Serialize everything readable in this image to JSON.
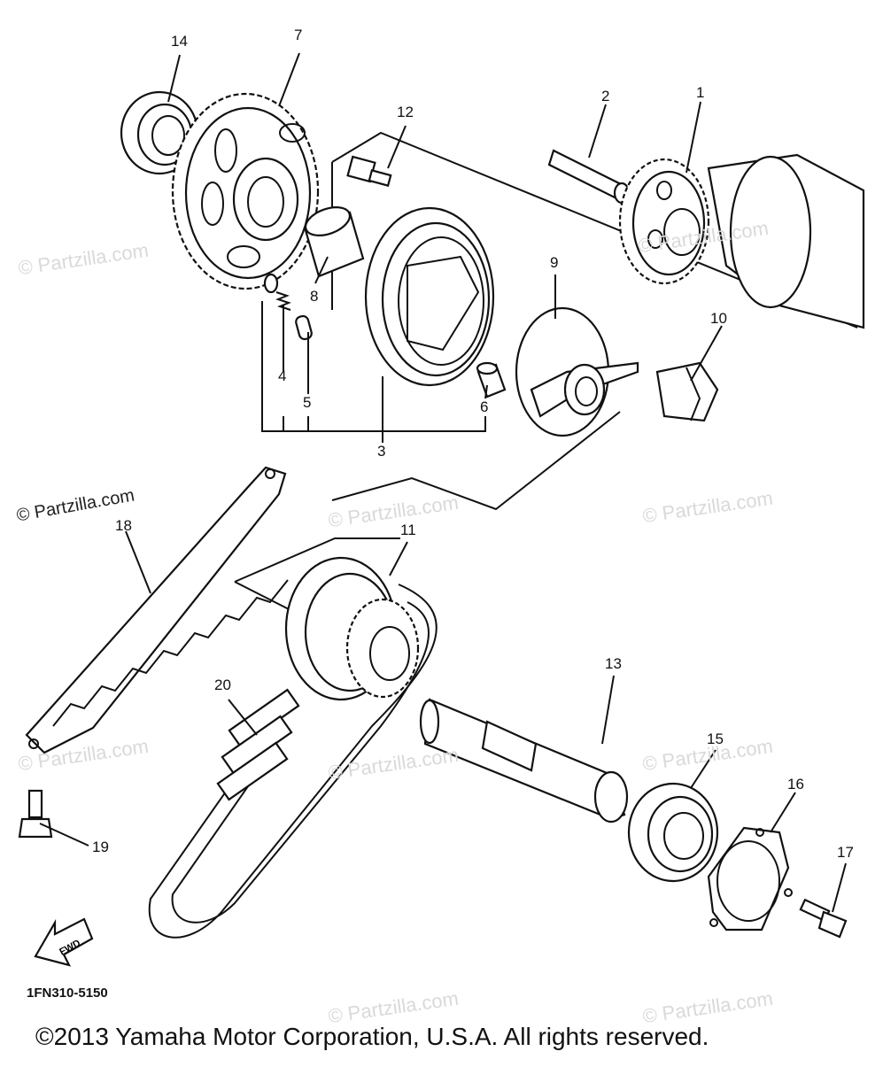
{
  "diagram": {
    "callouts": [
      {
        "id": "c1",
        "label": "1"
      },
      {
        "id": "c2",
        "label": "2"
      },
      {
        "id": "c3",
        "label": "3"
      },
      {
        "id": "c4",
        "label": "4"
      },
      {
        "id": "c5",
        "label": "5"
      },
      {
        "id": "c6",
        "label": "6"
      },
      {
        "id": "c7",
        "label": "7"
      },
      {
        "id": "c8",
        "label": "8"
      },
      {
        "id": "c9",
        "label": "9"
      },
      {
        "id": "c10",
        "label": "10"
      },
      {
        "id": "c11",
        "label": "11"
      },
      {
        "id": "c12",
        "label": "12"
      },
      {
        "id": "c13",
        "label": "13"
      },
      {
        "id": "c14",
        "label": "14"
      },
      {
        "id": "c15",
        "label": "15"
      },
      {
        "id": "c16",
        "label": "16"
      },
      {
        "id": "c17",
        "label": "17"
      },
      {
        "id": "c18",
        "label": "18"
      },
      {
        "id": "c19",
        "label": "19"
      },
      {
        "id": "c20",
        "label": "20"
      }
    ],
    "fwd_label": "FWD",
    "diagram_code": "1FN310-5150",
    "copyright": "©2013 Yamaha Motor Corporation, U.S.A. All rights reserved.",
    "watermark": "© Partzilla.com",
    "line_color": "#111111",
    "watermark_color": "#d9d9d9"
  }
}
